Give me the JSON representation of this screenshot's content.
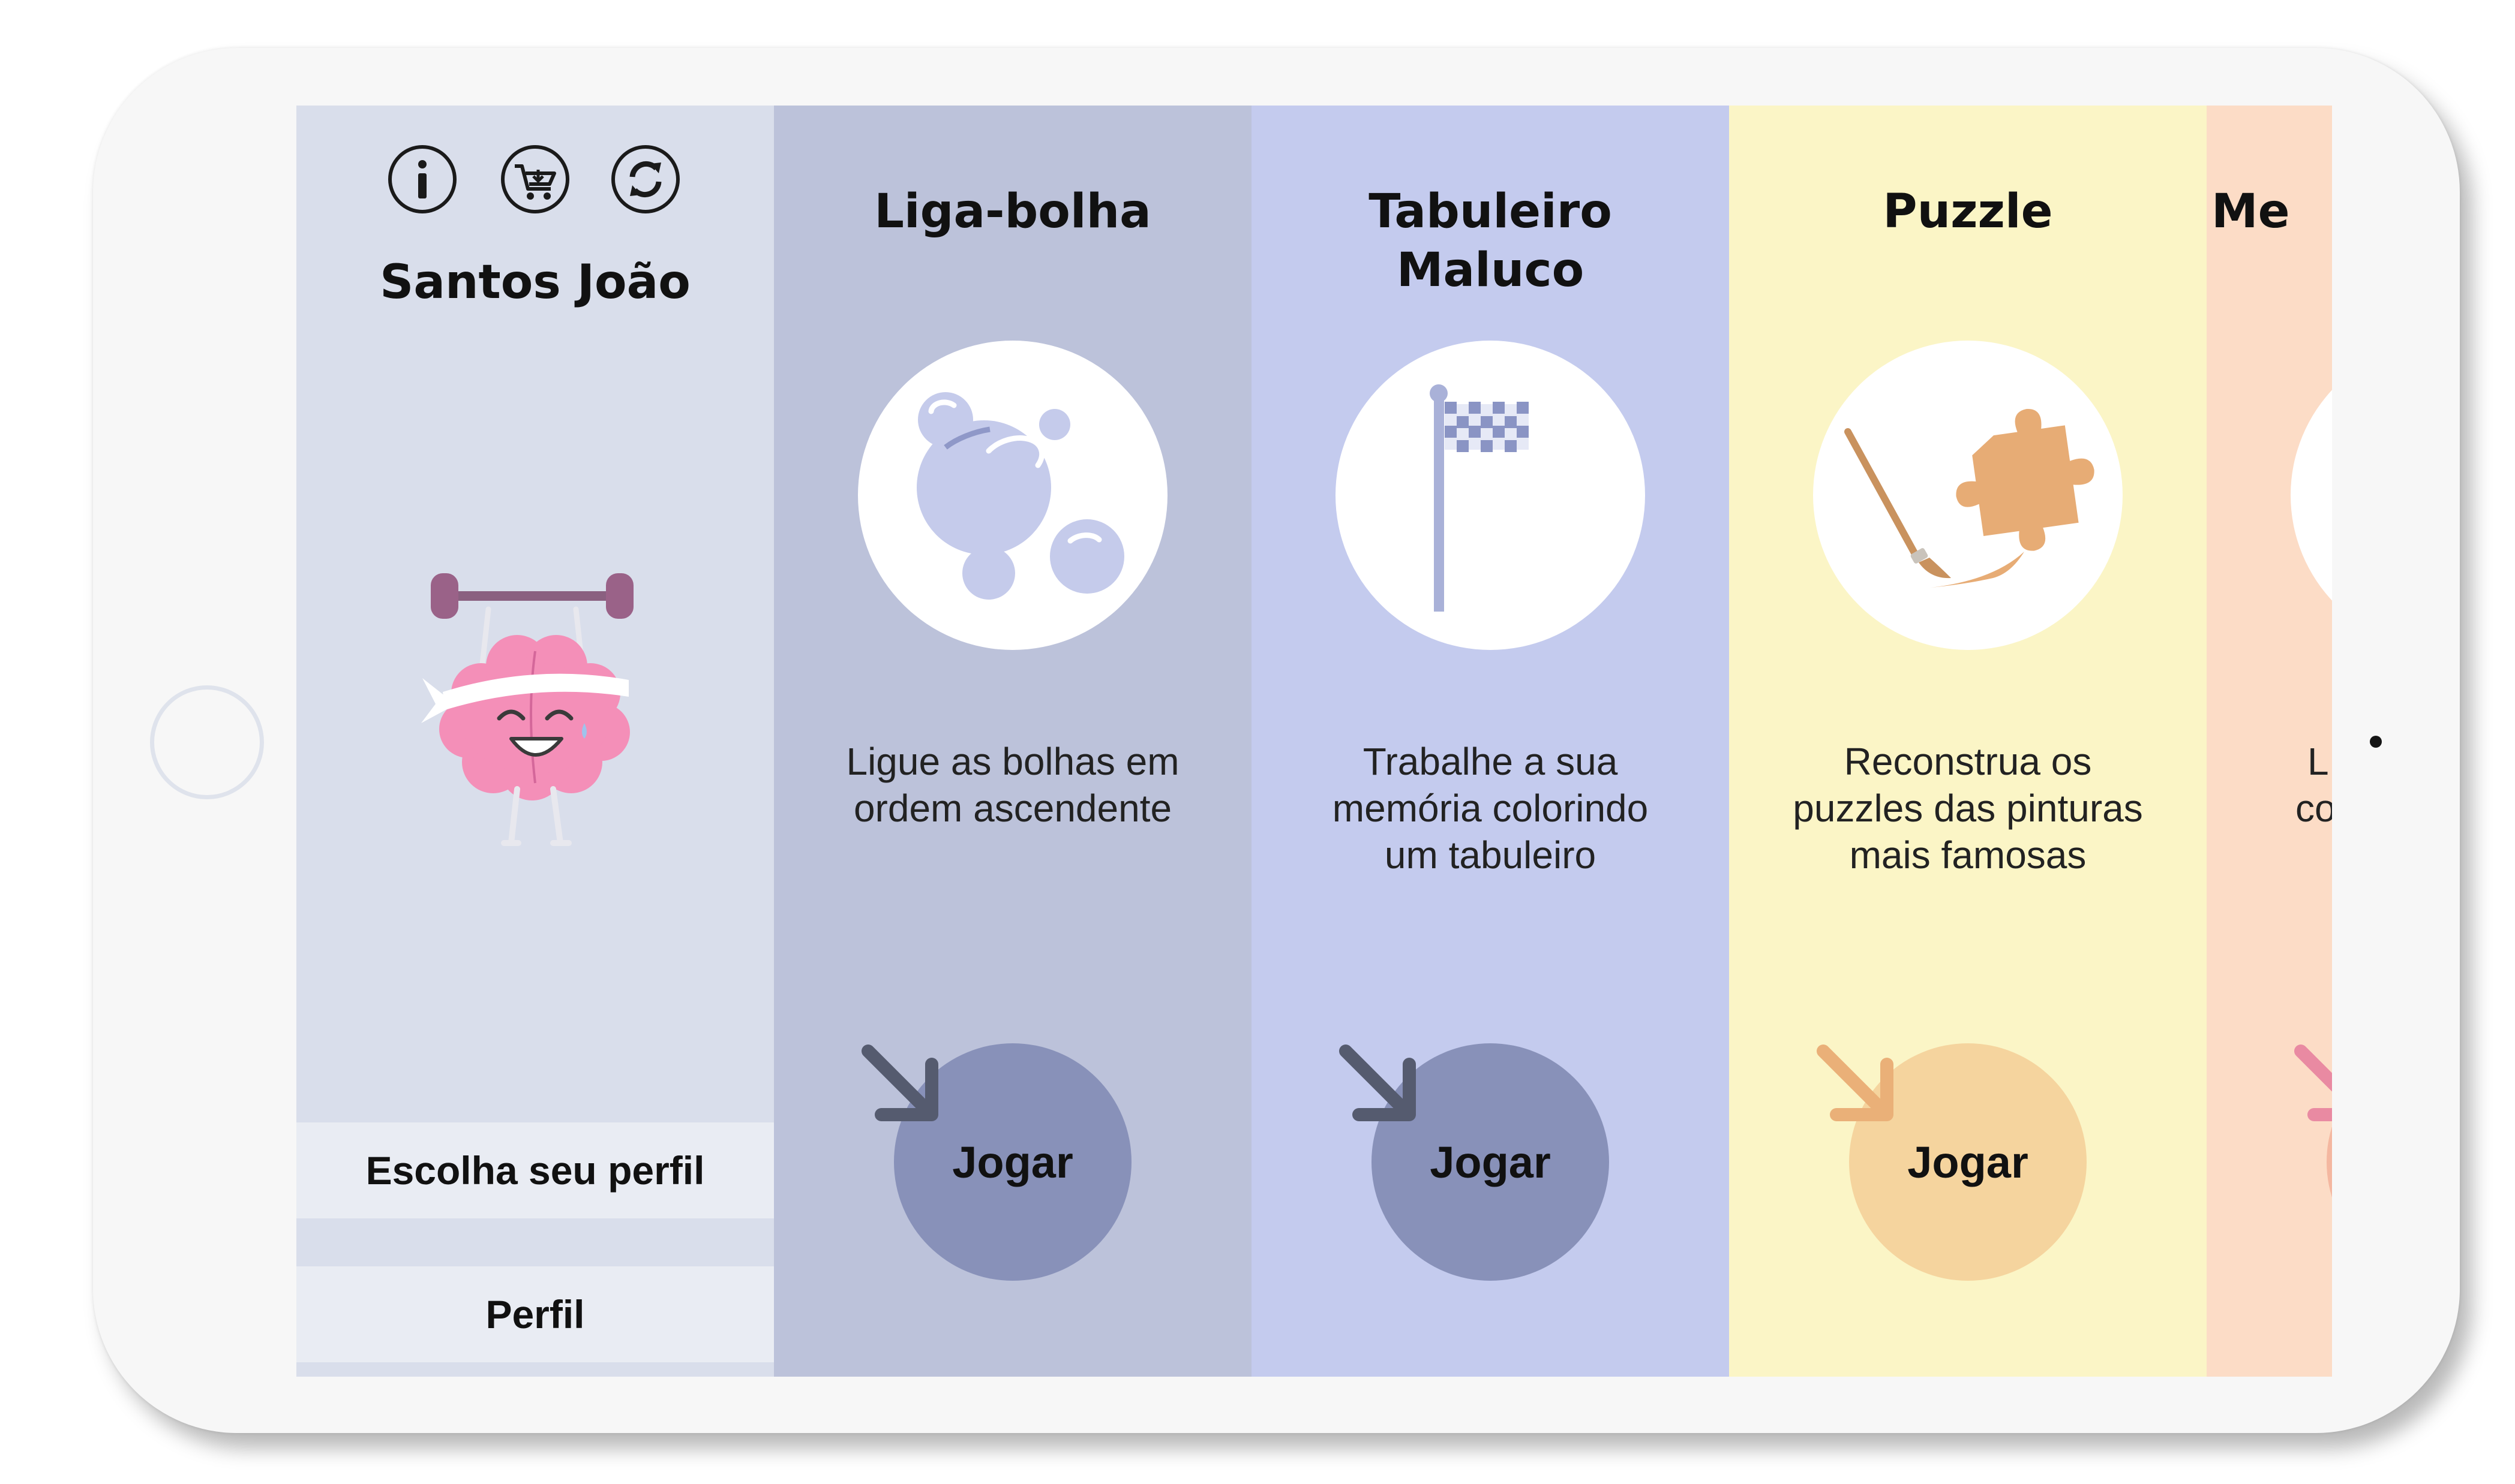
{
  "profile": {
    "name": "Santos João",
    "choose_profile_label": "Escolha seu perfil",
    "profile_label": "Perfil"
  },
  "toolbar_icons": [
    "info-icon",
    "cart-icon",
    "refresh-icon"
  ],
  "games": [
    {
      "title_lines": [
        "Liga-bolha"
      ],
      "description_lines": [
        "Ligue as bolhas em",
        "ordem ascendente"
      ],
      "play_label": "Jogar",
      "icon": "bubbles-icon",
      "background": "#bcc2da",
      "button_color": "#8891b9",
      "arrow_color": "#555b6f"
    },
    {
      "title_lines": [
        "Tabuleiro",
        "Maluco"
      ],
      "description_lines": [
        "Trabalhe a sua",
        "memória colorindo",
        "um tabuleiro"
      ],
      "play_label": "Jogar",
      "icon": "checkered-flag-icon",
      "background": "#c4cbee",
      "button_color": "#8891b9",
      "arrow_color": "#555b6f"
    },
    {
      "title_lines": [
        "Puzzle"
      ],
      "description_lines": [
        "Reconstrua os",
        "puzzles das pinturas",
        "mais famosas"
      ],
      "play_label": "Jogar",
      "icon": "puzzle-brush-icon",
      "background": "#fbf5c6",
      "button_color": "#f5d49e",
      "arrow_color": "#eab078"
    },
    {
      "title_lines": [
        "Me"
      ],
      "description_lines": [
        "L",
        "co"
      ],
      "play_label": "",
      "icon": "partial-icon",
      "background": "#fcdcc6",
      "button_color": "#f4b7a0",
      "arrow_color": "#e98aa2"
    }
  ]
}
